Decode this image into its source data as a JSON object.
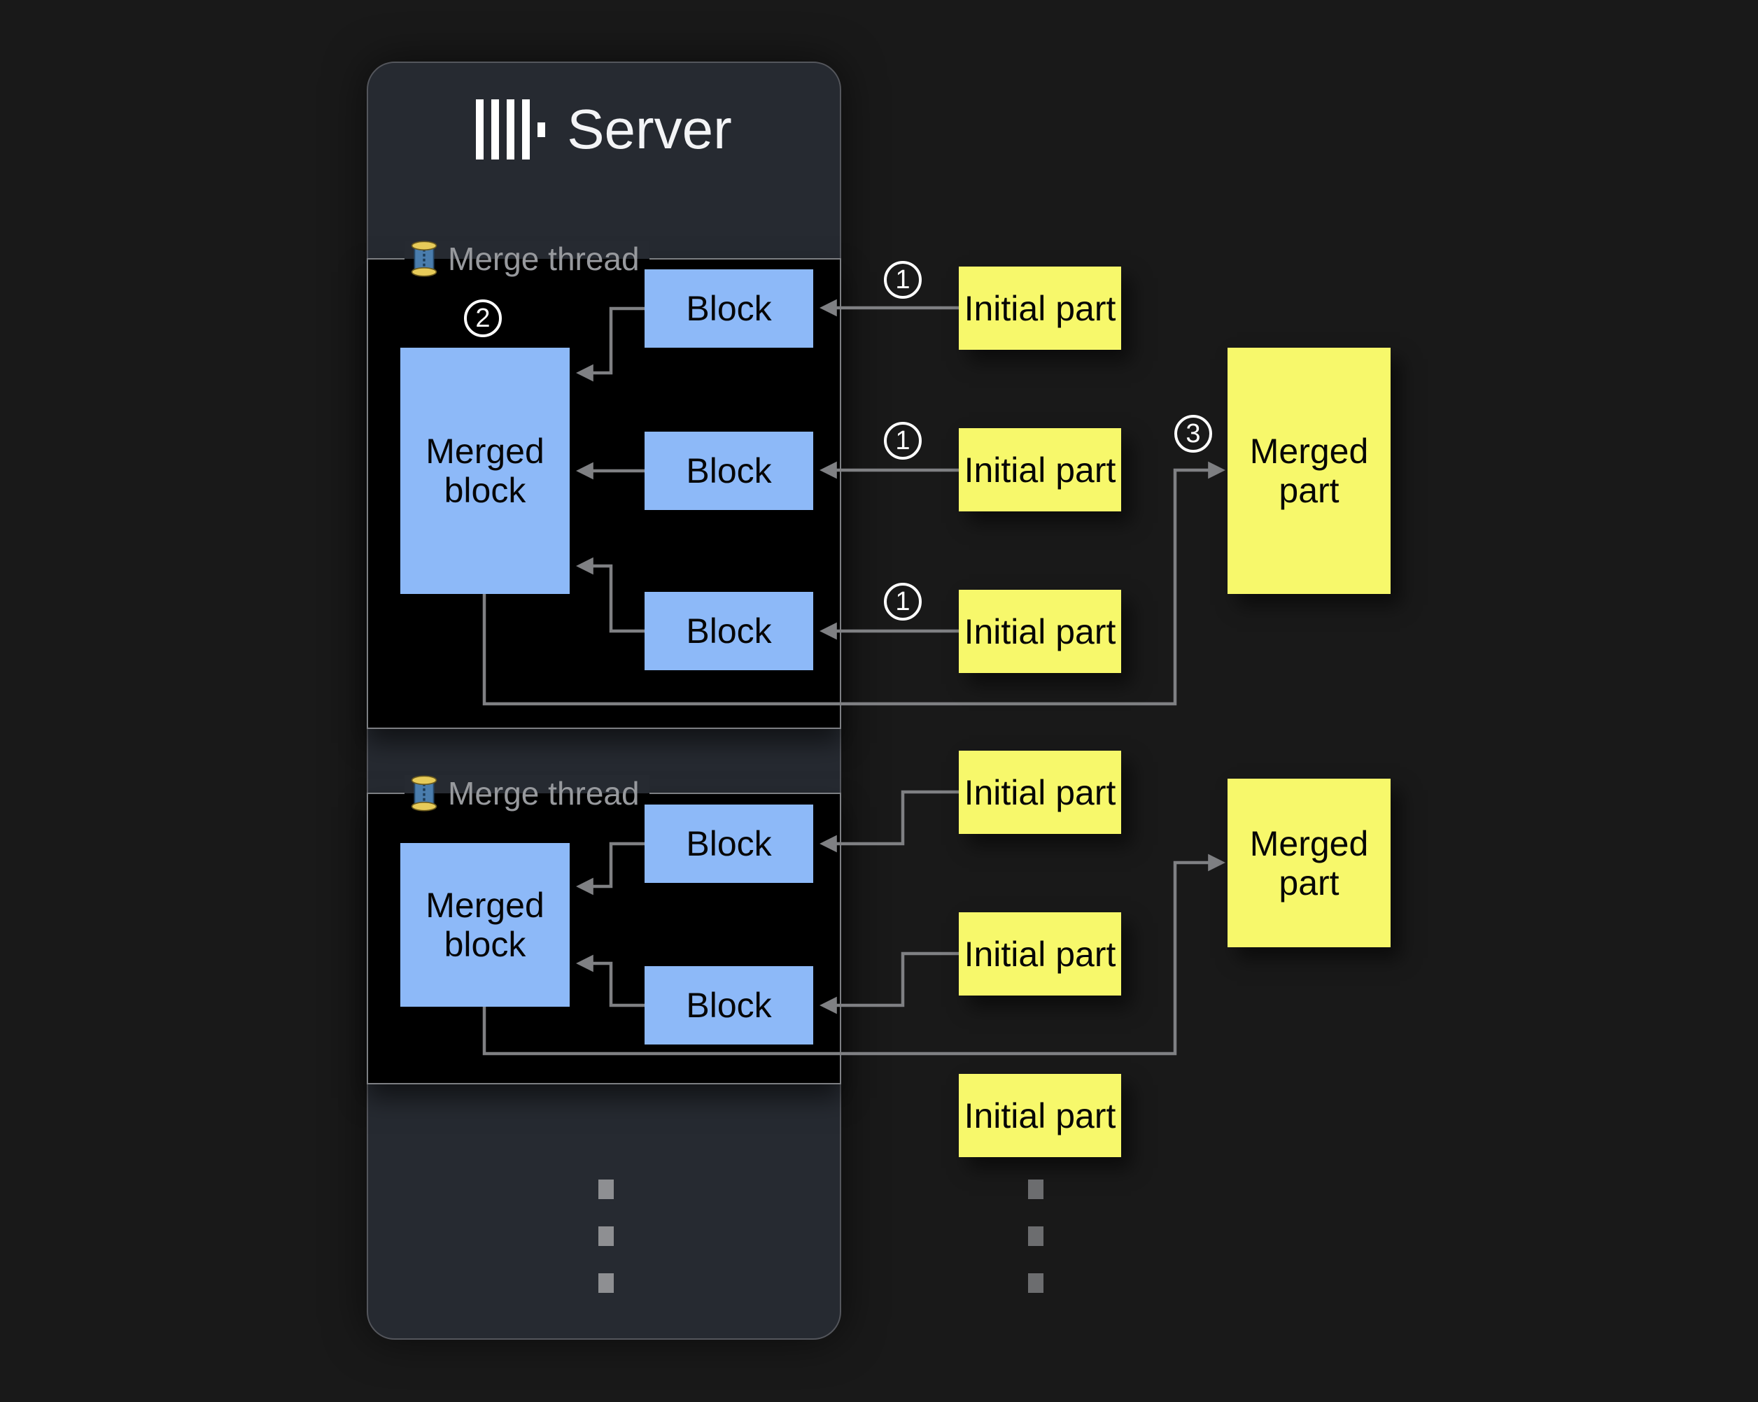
{
  "colors": {
    "page_bg": "#191919",
    "panel_bg": "#262a31",
    "thread_box_bg": "#000000",
    "thread_box_border": "#7d7f83",
    "block_blue": "#8db9f8",
    "part_yellow": "#f7f86b",
    "arrow_gray": "#7f8083",
    "label_gray": "#97999d",
    "badge_white": "#ffffff"
  },
  "server": {
    "title": "Server",
    "logo": "clickhouse-logo-icon"
  },
  "threads": [
    {
      "label": "Merge thread",
      "icon": "thread-spool-icon",
      "badge": "2",
      "merged_block": "Merged block",
      "blocks": [
        "Block",
        "Block",
        "Block"
      ]
    },
    {
      "label": "Merge thread",
      "icon": "thread-spool-icon",
      "merged_block": "Merged block",
      "blocks": [
        "Block",
        "Block"
      ]
    }
  ],
  "flow": {
    "insert_badges": [
      "1",
      "1",
      "1"
    ],
    "result_badge": "3",
    "initial_parts": [
      "Initial part",
      "Initial part",
      "Initial part",
      "Initial part",
      "Initial part",
      "Initial part"
    ],
    "merged_parts": [
      "Merged part",
      "Merged part"
    ]
  }
}
